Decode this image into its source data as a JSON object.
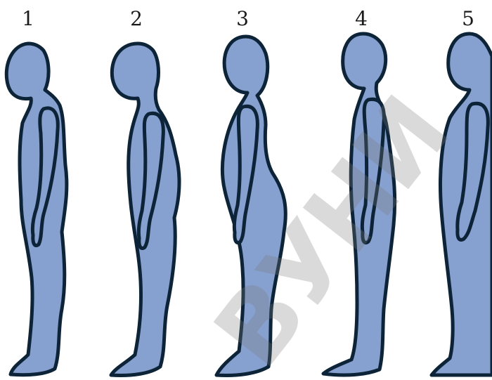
{
  "figures": [
    {
      "label": "1",
      "posture": "forward-head"
    },
    {
      "label": "2",
      "posture": "rounded-back"
    },
    {
      "label": "3",
      "posture": "sway-back"
    },
    {
      "label": "4",
      "posture": "flat-back"
    },
    {
      "label": "5",
      "posture": "normal"
    }
  ],
  "colors": {
    "body": "#86A0CF",
    "outline": "#0D2438",
    "watermark": "#7a7a7a"
  },
  "watermark": "ВУНИ"
}
